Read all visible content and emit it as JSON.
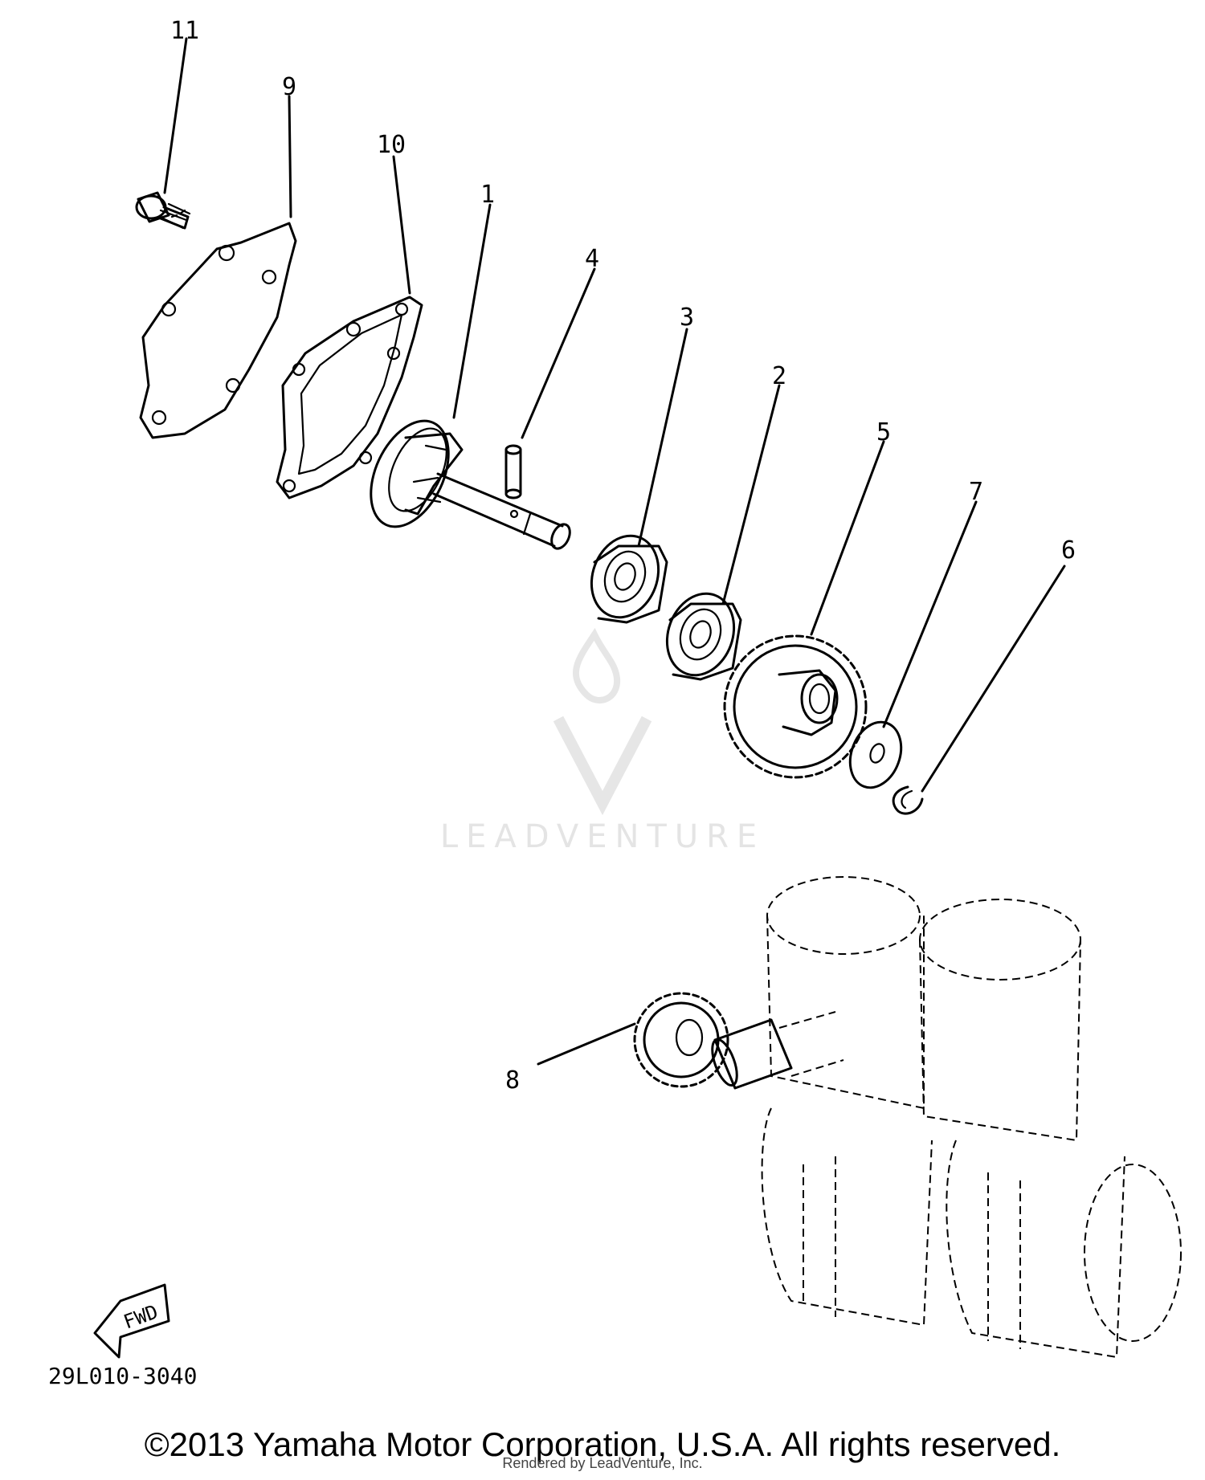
{
  "callouts": {
    "c1": "1",
    "c2": "2",
    "c3": "3",
    "c4": "4",
    "c5": "5",
    "c6": "6",
    "c7": "7",
    "c8": "8",
    "c9": "9",
    "c10": "10",
    "c11": "11"
  },
  "direction_tag": "FWD",
  "diagram_code": "29L010-3040",
  "watermark_brand": "LEADVENTURE",
  "copyright": "©2013 Yamaha Motor Corporation, U.S.A. All rights reserved.",
  "rendered_by": "Rendered by LeadVenture, Inc."
}
